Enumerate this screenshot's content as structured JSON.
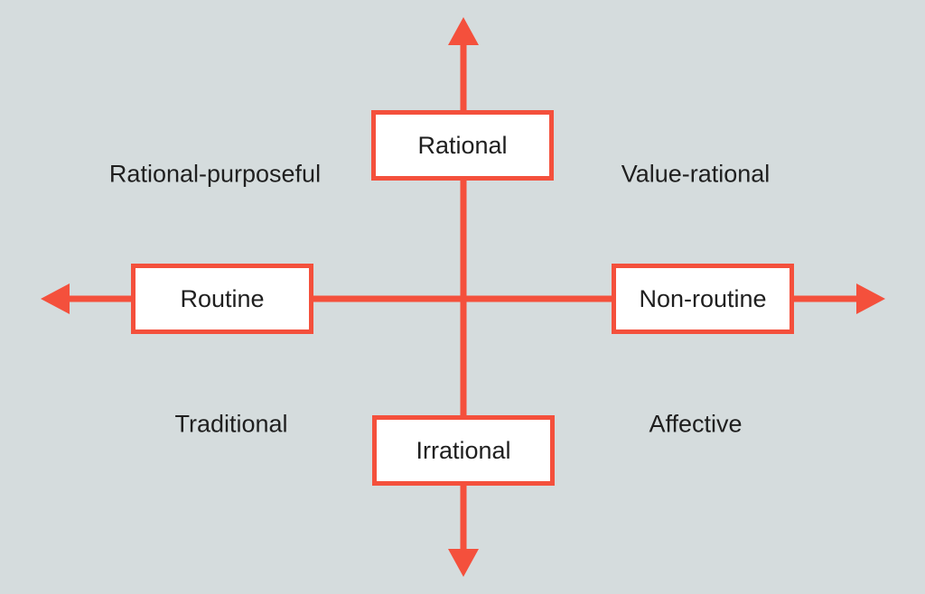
{
  "colors": {
    "background": "#d5dcdd",
    "accent": "#f4503c",
    "text": "#1f1f1f",
    "box_fill": "#ffffff"
  },
  "diagram": {
    "type": "quadrant-axis-diagram",
    "axis_boxes": {
      "top": {
        "label": "Rational"
      },
      "left": {
        "label": "Routine"
      },
      "right": {
        "label": "Non-routine"
      },
      "bottom": {
        "label": "Irrational"
      }
    },
    "quadrants": {
      "top_left": {
        "label": "Rational-purposeful"
      },
      "top_right": {
        "label": "Value-rational"
      },
      "bottom_left": {
        "label": "Traditional"
      },
      "bottom_right": {
        "label": "Affective"
      }
    },
    "icons": {
      "up": "arrow-up-icon",
      "down": "arrow-down-icon",
      "left": "arrow-left-icon",
      "right": "arrow-right-icon"
    }
  }
}
